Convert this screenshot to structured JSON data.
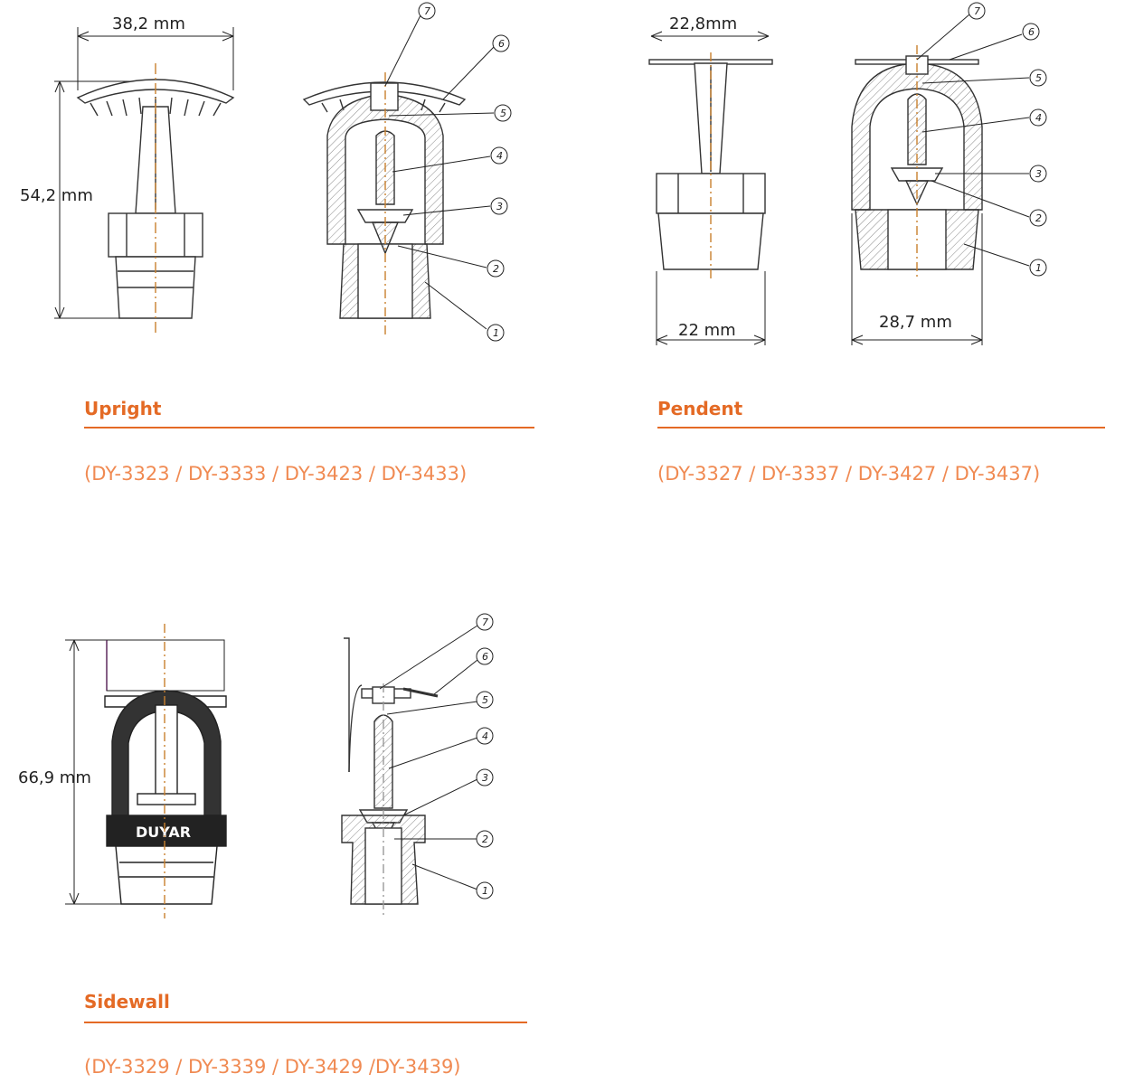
{
  "colors": {
    "accent": "#e46a25",
    "codes": "#f08a52",
    "drawing": "#444444"
  },
  "upright": {
    "title": "Upright",
    "codes": "(DY-3323 / DY-3333 / DY-3423 / DY-3433)",
    "width_dim": "38,2 mm",
    "height_dim": "54,2 mm",
    "callouts": [
      "7",
      "6",
      "5",
      "4",
      "3",
      "2",
      "1"
    ]
  },
  "pendent": {
    "title": "Pendent",
    "codes": "(DY-3327 / DY-3337 / DY-3427 / DY-3437)",
    "top_dim": "22,8mm",
    "bottom_dim": "22 mm",
    "body_dim": "28,7 mm",
    "callouts": [
      "7",
      "6",
      "5",
      "4",
      "3",
      "2",
      "1"
    ]
  },
  "sidewall": {
    "title": "Sidewall",
    "codes": "(DY-3329 / DY-3339 / DY-3429 /DY-3439)",
    "height_dim": "66,9 mm",
    "brand": "DUYAR",
    "callouts": [
      "7",
      "6",
      "5",
      "4",
      "3",
      "2",
      "1"
    ]
  }
}
